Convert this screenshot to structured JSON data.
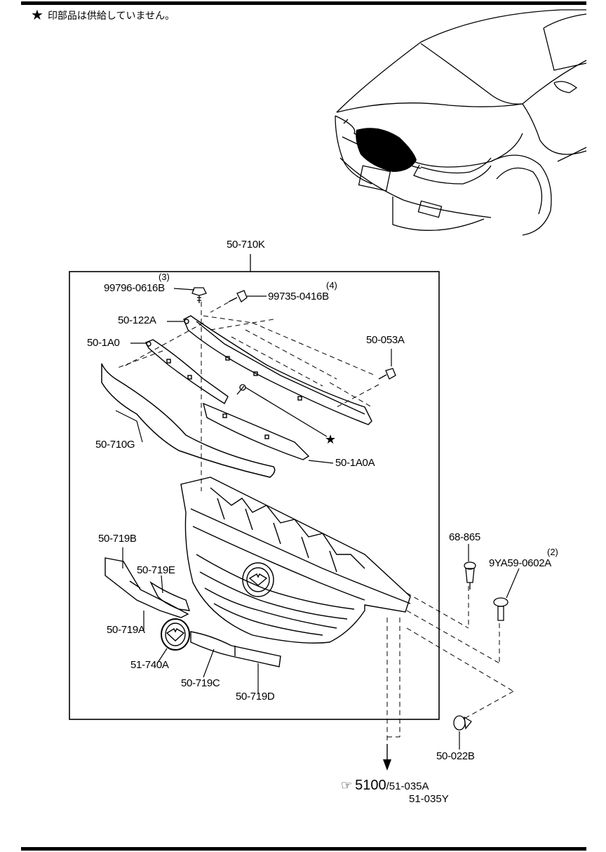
{
  "note": {
    "icon": "star-icon",
    "text": "印部品は供給していません。"
  },
  "labels": {
    "assembly": "50-710K",
    "bolt_a": "99796-0616B",
    "bolt_a_qty": "(3)",
    "bolt_b": "99735-0416B",
    "bolt_b_qty": "(4)",
    "p_122a": "50-122A",
    "p_1a0": "50-1A0",
    "p_053a": "50-053A",
    "p_710g": "50-710G",
    "p_1a0a": "50-1A0A",
    "p_719b": "50-719B",
    "p_719e": "50-719E",
    "p_719a": "50-719A",
    "p_740a": "51-740A",
    "p_719c": "50-719C",
    "p_719d": "50-719D",
    "p_68865": "68-865",
    "p_9ya59": "9YA59-0602A",
    "p_9ya59_qty": "(2)",
    "p_022b": "50-022B"
  },
  "reference": {
    "icon": "pointing-hand-icon",
    "main": "5100",
    "sub1": "/51-035A",
    "sub2": "51-035Y"
  }
}
